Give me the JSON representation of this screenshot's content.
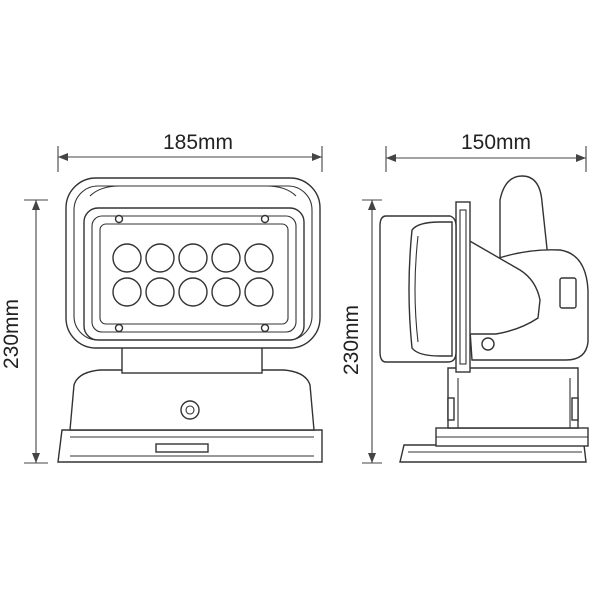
{
  "dimensions": {
    "front_width": "185mm",
    "front_height": "230mm",
    "side_width": "150mm",
    "side_height": "230mm"
  },
  "colors": {
    "line": "#333333",
    "background": "#ffffff"
  }
}
